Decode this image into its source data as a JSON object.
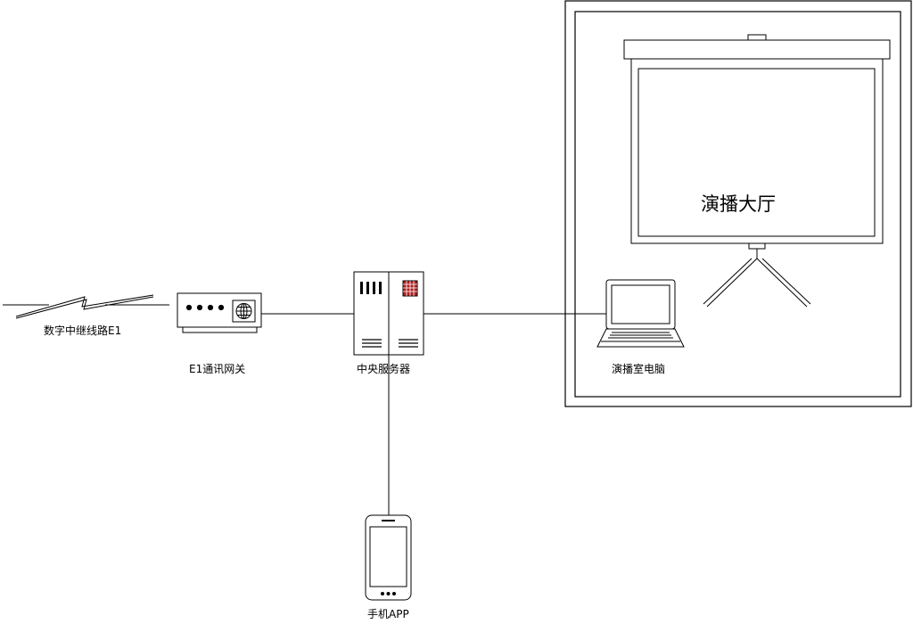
{
  "labels": {
    "e1_line": "数字中继线路E1",
    "e1_gateway": "E1通讯网关",
    "central_server": "中央服务器",
    "studio_pc": "演播室电脑",
    "studio_hall": "演播大厅",
    "mobile_app": "手机APP"
  },
  "icons": {
    "e1_line": "lightning-bolt-icon",
    "e1_gateway": "gateway-globe-icon",
    "central_server": "server-rack-icon",
    "studio_pc": "laptop-icon",
    "studio_hall": "projection-screen-icon",
    "mobile_app": "smartphone-icon"
  },
  "colors": {
    "stroke": "#000000",
    "server_panel_red": "#b22222",
    "background": "#ffffff"
  }
}
